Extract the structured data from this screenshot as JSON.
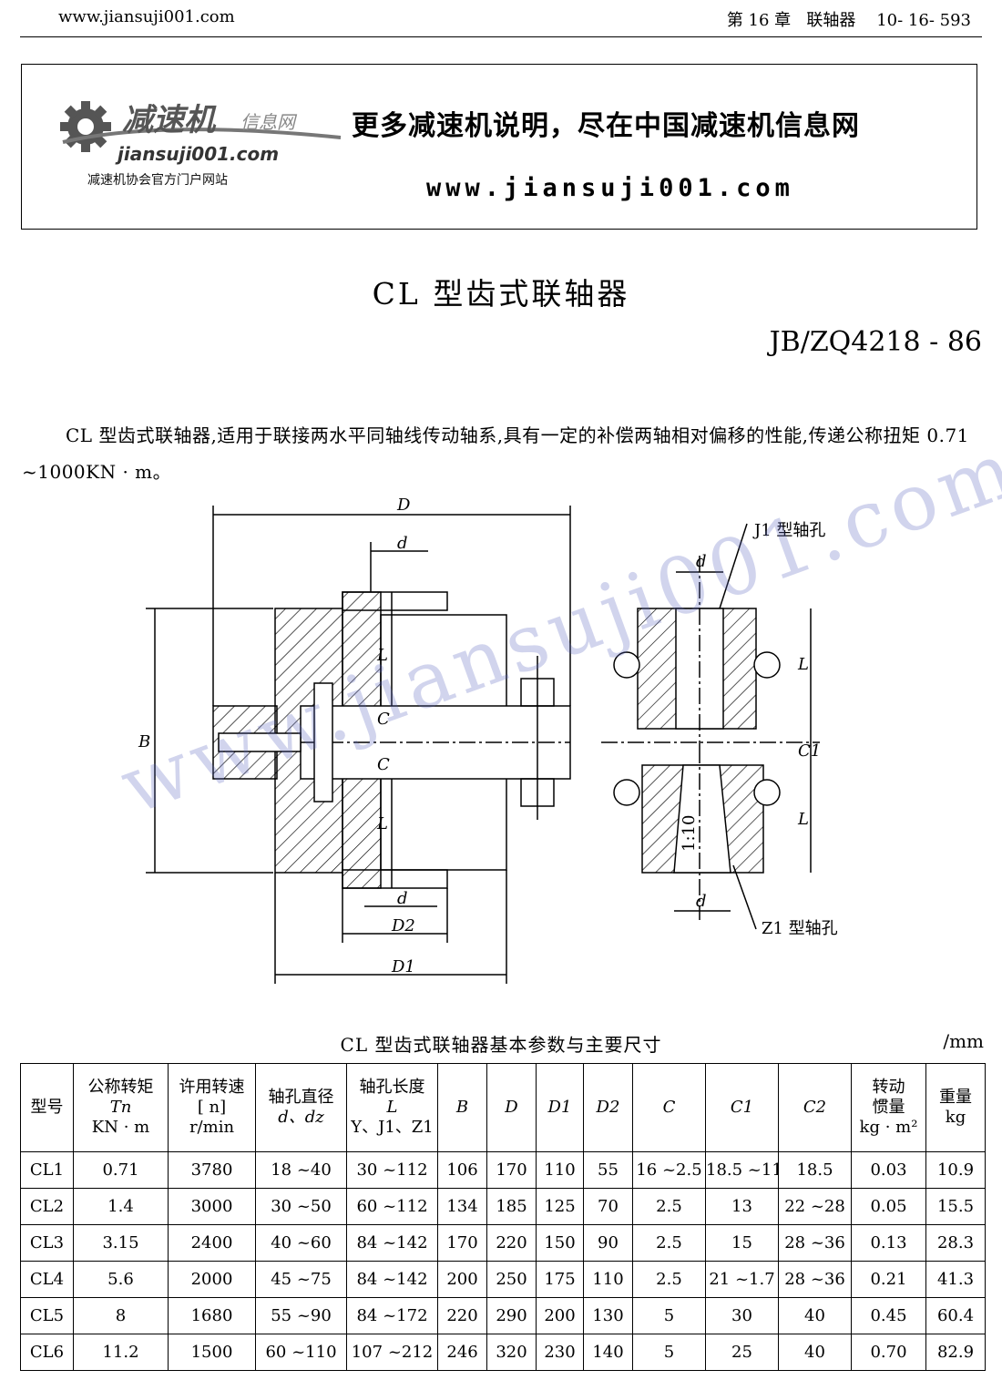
{
  "header": {
    "site": "www.jiansuji001.com",
    "chapter": "第 16 章   联轴器    10- 16- 593"
  },
  "banner": {
    "logo_text": "减速机",
    "logo_tag": "信息网",
    "logo_url": "jiansuji001.com",
    "logo_sub": "减速机协会官方门户网站",
    "title": "更多减速机说明，尽在中国减速机信息网",
    "url": "www.jiansuji001.com"
  },
  "title": "CL 型齿式联轴器",
  "standard": "JB/ZQ4218 - 86",
  "intro": "CL 型齿式联轴器,适用于联接两水平同轴线传动轴系,具有一定的补偿两轴相对偏移的性能,传递公称扭矩 0.71 ~1000KN · m。",
  "drawing": {
    "dim_D": "D",
    "dim_d": "d",
    "dim_L": "L",
    "dim_C": "C",
    "dim_B": "B",
    "dim_D1": "D1",
    "dim_D2": "D2",
    "dim_C1": "C1",
    "j1_label": "J1 型轴孔",
    "z1_label": "Z1 型轴孔",
    "taper": "1:10"
  },
  "watermark": "www.jiansuji001.com",
  "table": {
    "caption": "CL 型齿式联轴器基本参数与主要尺寸",
    "unit": "/mm",
    "headers": {
      "model": "型号",
      "torque_1": "公称转矩",
      "torque_2": "Tn",
      "torque_3": "KN · m",
      "speed_1": "许用转速",
      "speed_2": "[ n]",
      "speed_3": "r/min",
      "bore_1": "轴孔直径",
      "bore_2": "d、dz",
      "length_1": "轴孔长度",
      "length_2": "L",
      "length_3": "Y、J1、Z1",
      "B": "B",
      "D": "D",
      "D1": "D1",
      "D2": "D2",
      "C": "C",
      "C1": "C1",
      "C2": "C2",
      "inertia_1": "转动",
      "inertia_2": "惯量",
      "inertia_3": "kg · m²",
      "weight_1": "重量",
      "weight_2": "kg"
    },
    "rows": [
      [
        "CL1",
        "0.71",
        "3780",
        "18 ~40",
        "30 ~112",
        "106",
        "170",
        "110",
        "55",
        "16 ~2.5",
        "18.5 ~11",
        "18.5",
        "0.03",
        "10.9"
      ],
      [
        "CL2",
        "1.4",
        "3000",
        "30 ~50",
        "60 ~112",
        "134",
        "185",
        "125",
        "70",
        "2.5",
        "13",
        "22 ~28",
        "0.05",
        "15.5"
      ],
      [
        "CL3",
        "3.15",
        "2400",
        "40 ~60",
        "84 ~142",
        "170",
        "220",
        "150",
        "90",
        "2.5",
        "15",
        "28 ~36",
        "0.13",
        "28.3"
      ],
      [
        "CL4",
        "5.6",
        "2000",
        "45 ~75",
        "84 ~142",
        "200",
        "250",
        "175",
        "110",
        "2.5",
        "21 ~1.7",
        "28 ~36",
        "0.21",
        "41.3"
      ],
      [
        "CL5",
        "8",
        "1680",
        "55 ~90",
        "84 ~172",
        "220",
        "290",
        "200",
        "130",
        "5",
        "30",
        "40",
        "0.45",
        "60.4"
      ],
      [
        "CL6",
        "11.2",
        "1500",
        "60 ~110",
        "107 ~212",
        "246",
        "320",
        "230",
        "140",
        "5",
        "25",
        "40",
        "0.70",
        "82.9"
      ]
    ]
  }
}
